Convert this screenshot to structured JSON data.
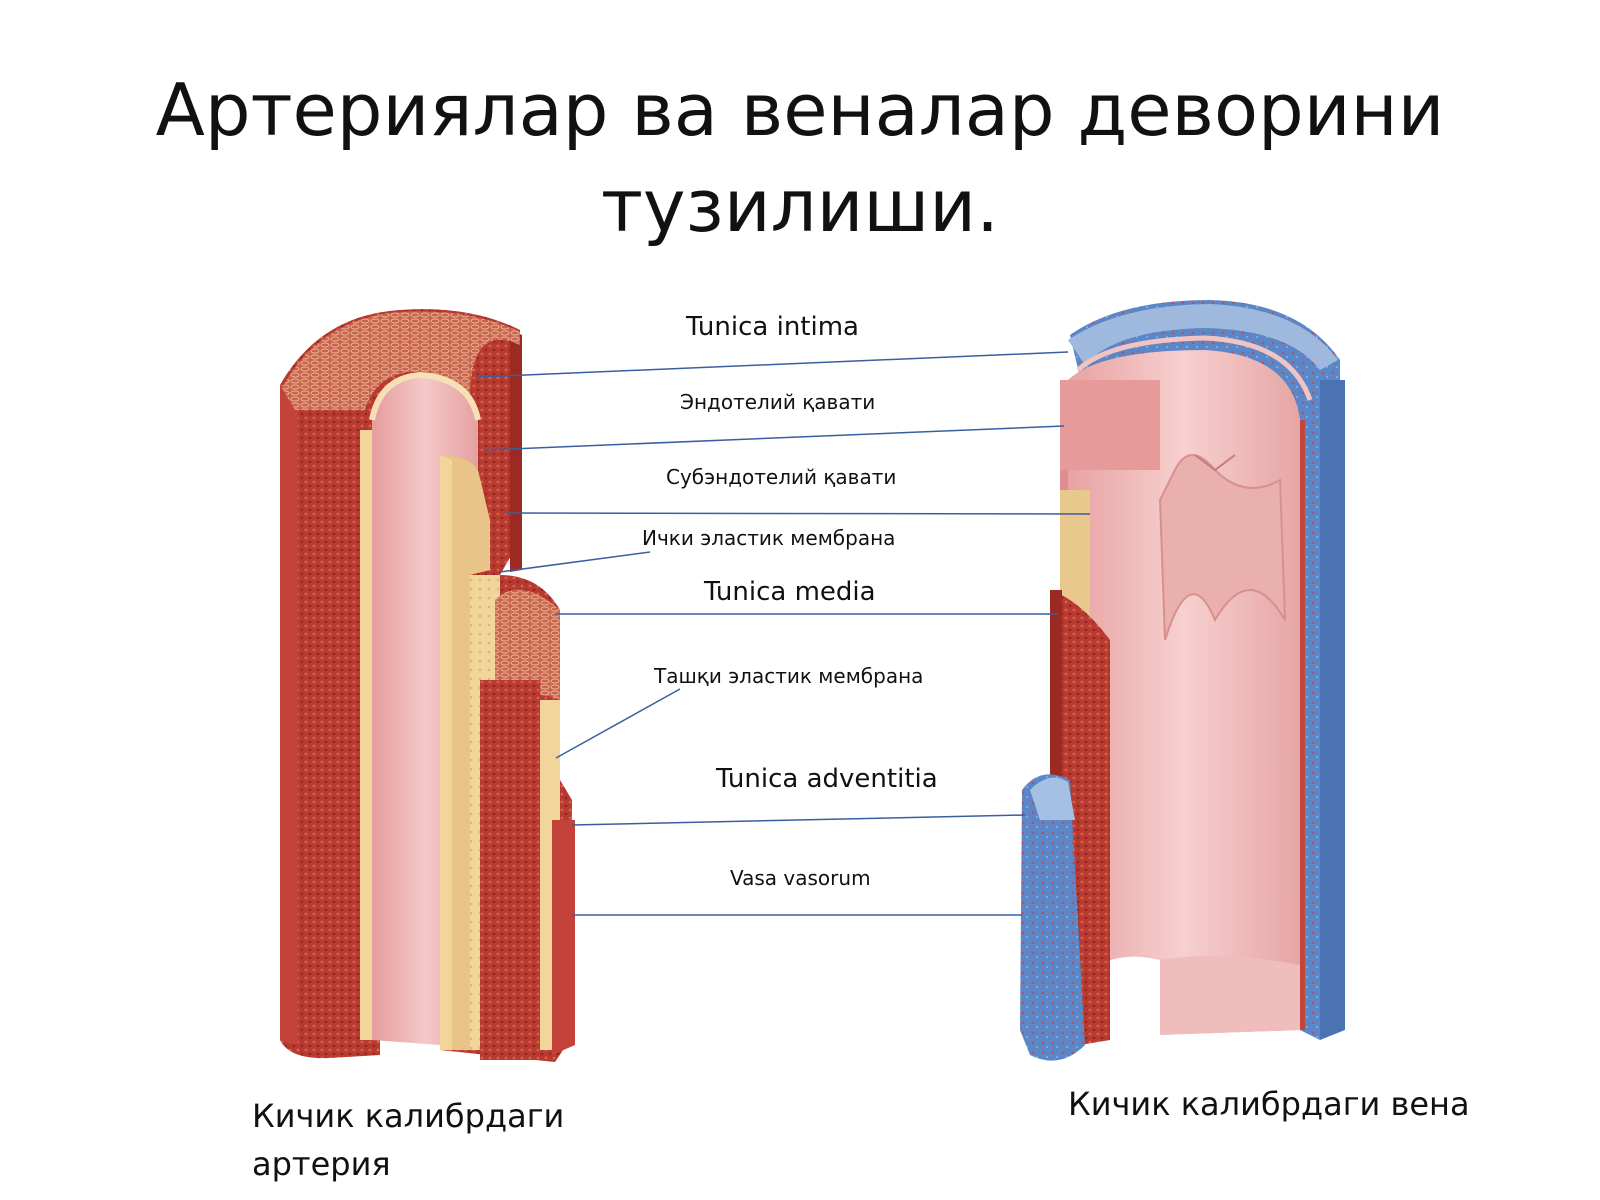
{
  "slide": {
    "title_line1": "Артериялар ва веналар  деворини",
    "title_line2": "тузилиши."
  },
  "labels": {
    "tunica_intima": "Tunica  intima",
    "endothelium": "Эндотелий   қавати",
    "subendothelium": "Субэндотелий  қавати",
    "inner_elastic": "Ички   эластик  мембрана",
    "tunica_media": "Tunica media",
    "outer_elastic": "Ташқи  эластик мембрана",
    "tunica_adventitia": "Tunica adventitia",
    "vasa_vasorum": "Vasa vasorum"
  },
  "captions": {
    "artery_line1": "Кичик калибрдаги",
    "artery_line2": "артерия",
    "vein": "Кичик  калибрдаги вена"
  },
  "colors": {
    "muscle": "#b8392f",
    "muscle_dark": "#9b2a22",
    "intima": "#e9a3a3",
    "intima_light": "#f3c4c2",
    "elastic": "#f2d59a",
    "adventitia_vein": "#5b86c8",
    "leader_line": "#3a5fa0"
  }
}
